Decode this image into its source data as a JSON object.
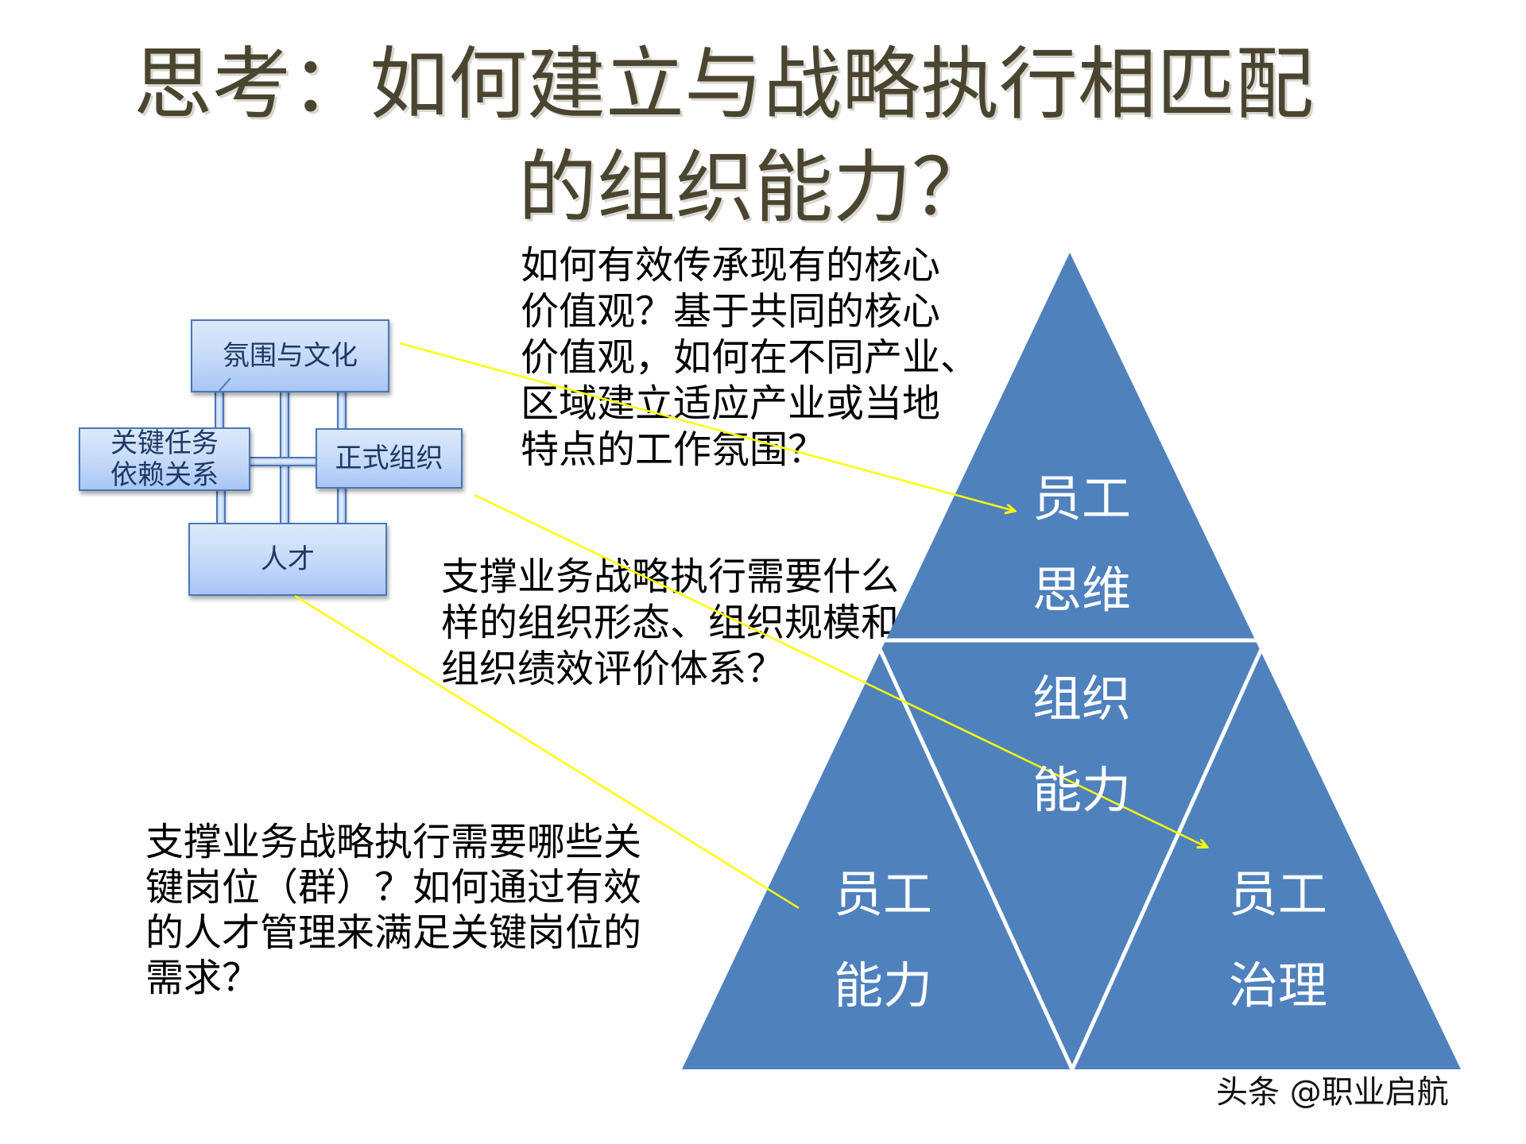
{
  "title": {
    "line1": "思考：如何建立与战略执行相匹配",
    "line2": "的组织能力？",
    "color": "#4a4530"
  },
  "diagram": {
    "boxes": {
      "atmosphere_culture": "氛围与文化",
      "key_task_dependency": [
        "关键任务",
        "依赖关系"
      ],
      "formal_organization": "正式组织",
      "talent": "人才"
    },
    "box_border_color": "#4a78b8",
    "box_text_color": "#1f3864"
  },
  "questions": {
    "culture": [
      "如何有效传承现有的核心",
      "价值观？基于共同的核心",
      "价值观，如何在不同产业、",
      "区域建立适应产业或当地",
      "特点的工作氛围？"
    ],
    "organization": [
      "支撑业务战略执行需要什么",
      "样的组织形态、组织规模和",
      "组织绩效评价体系？"
    ],
    "talent": [
      "支撑业务战略执行需要哪些关",
      "键岗位（群）？如何通过有效",
      "的人才管理来满足关键岗位的",
      "需求？"
    ]
  },
  "pyramid": {
    "fill_color": "#4f81bd",
    "top": [
      "员工",
      "思维"
    ],
    "center": [
      "组织",
      "能力"
    ],
    "bottom_left": [
      "员工",
      "能力"
    ],
    "bottom_right": [
      "员工",
      "治理"
    ]
  },
  "arrows": {
    "color": "#ffff00"
  },
  "watermark": "头条 @职业启航"
}
